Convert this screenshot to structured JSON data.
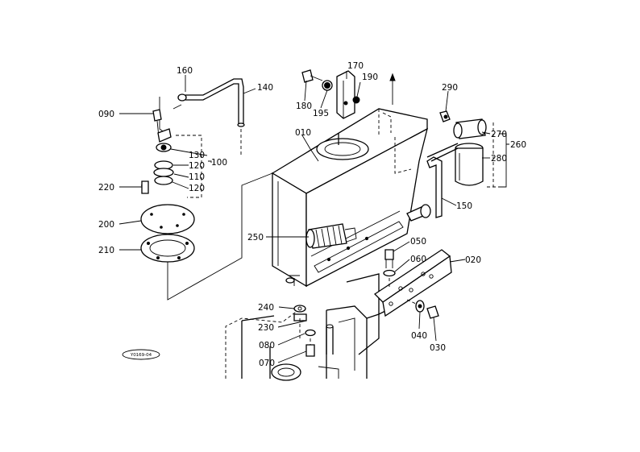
{
  "labels": {
    "p010": "010",
    "p020": "020",
    "p030": "030",
    "p040": "040",
    "p050": "050",
    "p060": "060",
    "p070": "070",
    "p080": "080",
    "p090": "090",
    "p100": "100",
    "p110": "110",
    "p120a": "120",
    "p120b": "120",
    "p130": "130",
    "p140": "140",
    "p150": "150",
    "p160": "160",
    "p170": "170",
    "p180": "180",
    "p190": "190",
    "p195": "195",
    "p200": "200",
    "p210": "210",
    "p220": "220",
    "p230": "230",
    "p240": "240",
    "p250": "250",
    "p260": "260",
    "p270": "270",
    "p280": "280",
    "p290": "290"
  },
  "drawing_code": "Y0169-04"
}
